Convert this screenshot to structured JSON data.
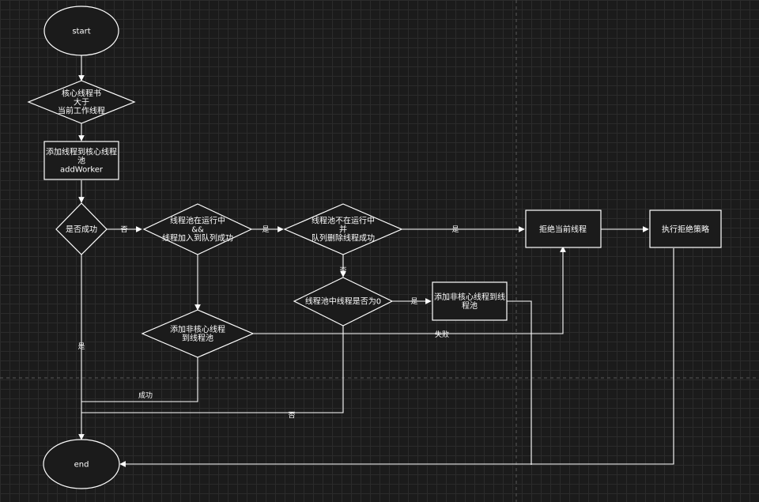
{
  "nodes": {
    "start": {
      "lines": [
        "start"
      ]
    },
    "check_core": {
      "lines": [
        "核心线程书",
        "大于",
        "当前工作线程"
      ]
    },
    "add_core": {
      "lines": [
        "添加线程到核心线程",
        "池",
        "addWorker"
      ]
    },
    "is_success": {
      "lines": [
        "是否成功"
      ]
    },
    "pool_running": {
      "lines": [
        "线程池在运行中",
        "&&",
        "线程加入到队列成功"
      ]
    },
    "pool_not_running": {
      "lines": [
        "线程池不在运行中",
        "并",
        "队列删除线程成功"
      ]
    },
    "reject_thread": {
      "lines": [
        "拒绝当前线程"
      ]
    },
    "reject_policy": {
      "lines": [
        "执行拒绝策略"
      ]
    },
    "pool_zero": {
      "lines": [
        "线程池中线程是否为0"
      ]
    },
    "add_noncore_1": {
      "lines": [
        "添加非核心线程到线",
        "程池"
      ]
    },
    "add_noncore_2": {
      "lines": [
        "添加非核心线程",
        "到线程池"
      ]
    },
    "end": {
      "lines": [
        "end"
      ]
    }
  },
  "edge_labels": {
    "no_1": "否",
    "yes_1": "是",
    "yes_2": "是",
    "no_2": "否",
    "yes_3": "是",
    "fail": "失败",
    "yes_4": "是",
    "success": "成功",
    "no_3": "否"
  }
}
